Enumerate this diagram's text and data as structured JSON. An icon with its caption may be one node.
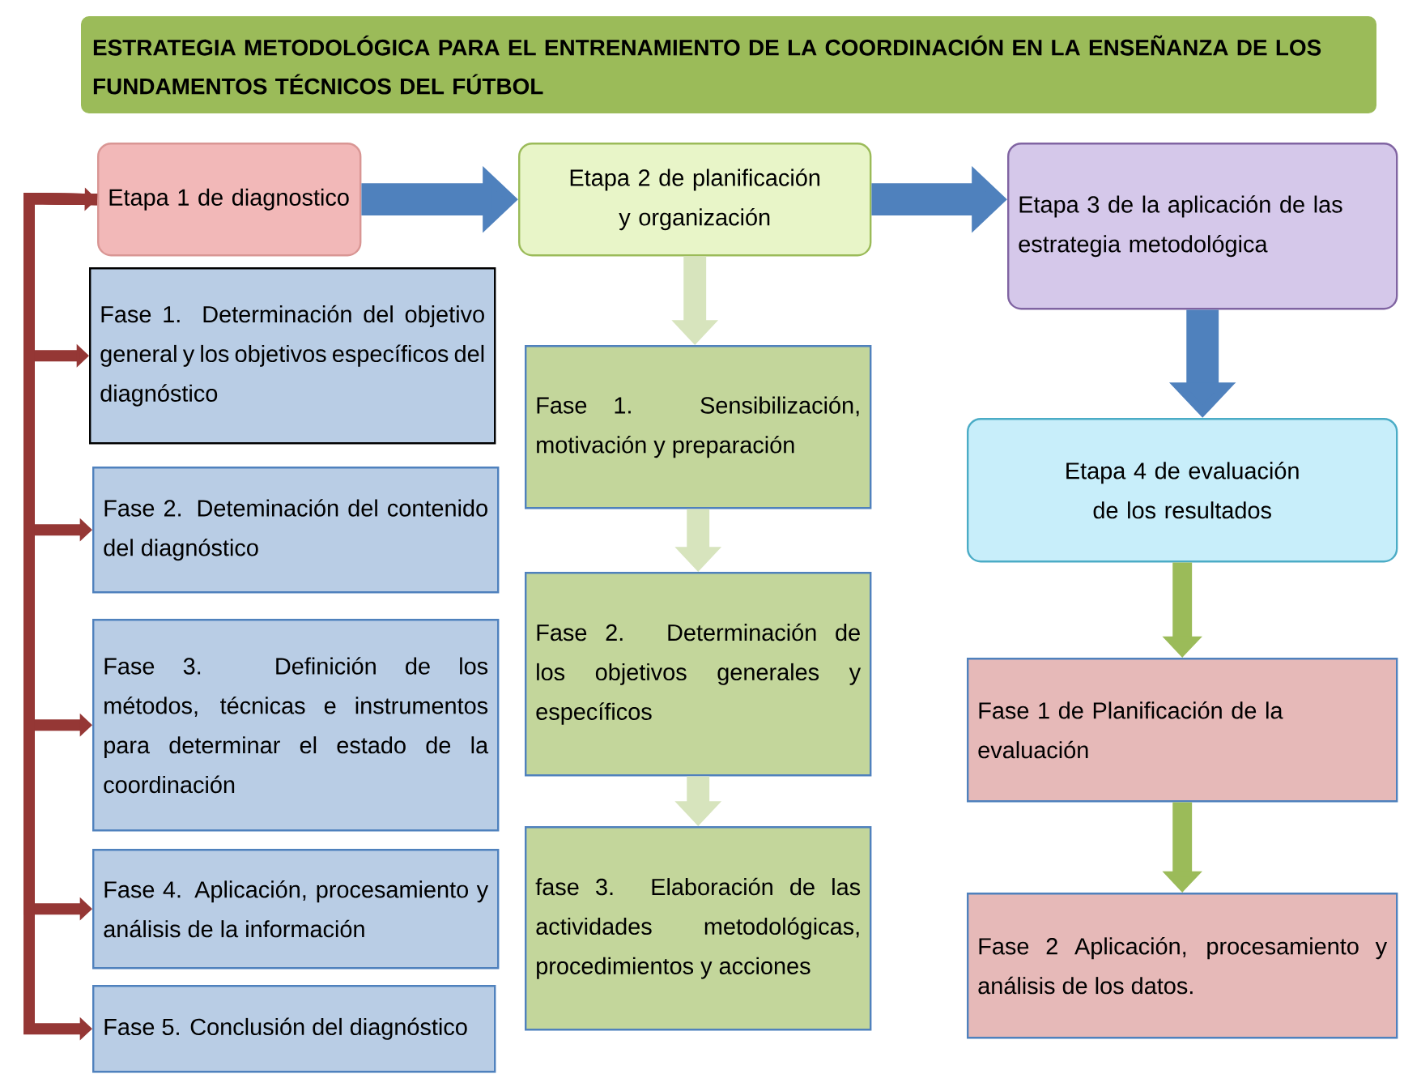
{
  "diagram": {
    "title": "ESTRATEGIA METODOLÓGICA PARA EL ENTRENAMIENTO DE LA COORDINACIÓN EN LA ENSEÑANZA DE LOS FUNDAMENTOS TÉCNICOS DEL FÚTBOL",
    "nodes": [
      {
        "text": [
          "Etapa 1 de diagnostico"
        ]
      },
      {
        "text": [
          "Etapa 2 de planificación y organización"
        ]
      },
      {
        "text": [
          "Etapa 3 de la aplicación de las estrategia metodológica"
        ]
      },
      {
        "text": [
          "Fase 1. Determinación del objetivo general y los objetivos específicos del diagnóstico"
        ]
      },
      {
        "text": [
          "Fase 2. Deteminación del contenido del diagnóstico"
        ]
      },
      {
        "text": [
          "Fase 3. Definición de los métodos, técnicas e instrumentos para determinar el estado de la coordinación"
        ]
      },
      {
        "text": [
          "Fase 4. Aplicación, procesamiento y análisis de la información"
        ]
      },
      {
        "text": [
          "Fase 5. Conclusión del diagnóstico"
        ]
      },
      {
        "text": [
          "Fase 1. Sensibilización, motivación y preparación"
        ]
      },
      {
        "text": [
          "Fase 2. Determinación de los objetivos generales y específicos"
        ]
      },
      {
        "text": [
          "fase 3. Elaboración de las actividades metodológicas, procedimientos y acciones"
        ]
      },
      {
        "text": [
          "Etapa 4 de evaluación de los resultados"
        ]
      },
      {
        "text": [
          "Fase 1 de Planificación de la evaluación"
        ]
      },
      {
        "text": [
          "Fase 2 Aplicación, procesamiento y análisis de los datos."
        ]
      }
    ],
    "edges": [
      {
        "from": 0,
        "to": 1,
        "arrow": "to",
        "color": "#4f81bd"
      },
      {
        "from": 1,
        "to": 2,
        "arrow": "to",
        "color": "#4f81bd"
      },
      {
        "from": 2,
        "to": 11,
        "arrow": "to",
        "color": "#4f81bd"
      },
      {
        "from": 1,
        "to": 8,
        "arrow": "to",
        "color": "#d7e4bd"
      },
      {
        "from": 8,
        "to": 9,
        "arrow": "to",
        "color": "#d7e4bd"
      },
      {
        "from": 9,
        "to": 10,
        "arrow": "to",
        "color": "#d7e4bd"
      },
      {
        "from": 11,
        "to": 12,
        "arrow": "to",
        "color": "#9bbb59"
      },
      {
        "from": 12,
        "to": 13,
        "arrow": "to",
        "color": "#9bbb59"
      },
      {
        "from": 0,
        "to": 3,
        "arrow": "both"
      },
      {
        "from": 0,
        "to": 4,
        "arrow": "to"
      },
      {
        "from": 0,
        "to": 5,
        "arrow": "to"
      },
      {
        "from": 0,
        "to": 6,
        "arrow": "to"
      },
      {
        "from": 0,
        "to": 7,
        "arrow": "to"
      }
    ]
  }
}
